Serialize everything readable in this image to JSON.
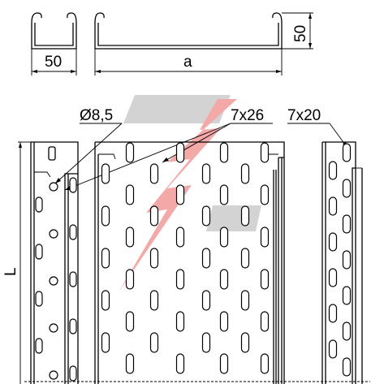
{
  "dimensions": {
    "width_small": "50",
    "width_variable": "a",
    "height": "50",
    "length": "L",
    "hole_round": "Ø8,5",
    "slot_base": "7x26",
    "slot_side": "7x20"
  },
  "colors": {
    "logo_red": "#f08a8a",
    "logo_grey": "#c8c8c8",
    "line": "#000000"
  },
  "logo": "lightning-bolt-logo"
}
